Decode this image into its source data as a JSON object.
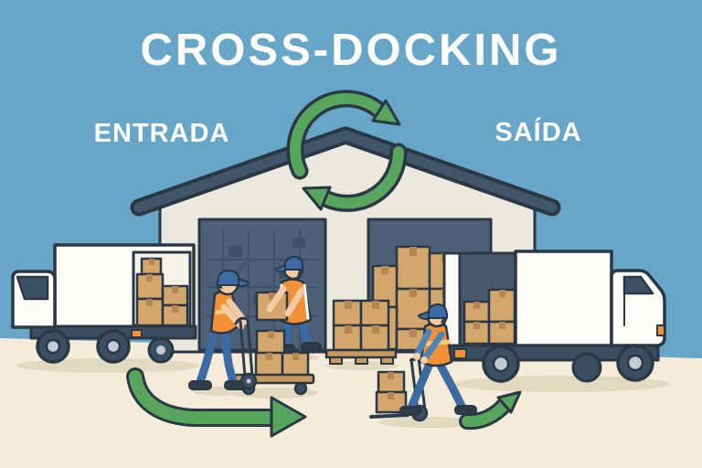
{
  "title": "CROSS-DOCKING",
  "labels": {
    "entrada": "ENTRADA",
    "saida": "SAÍDA"
  },
  "scene": {
    "icons": [
      "cross-dock-cycle-icon",
      "inbound-flow-arrow-icon",
      "outbound-flow-arrow-icon"
    ],
    "elements": [
      "warehouse",
      "inbound-truck",
      "outbound-truck",
      "worker-with-hand-truck",
      "worker-loading-cart",
      "worker-pushing-hand-truck",
      "pallet-of-boxes",
      "platform-cart"
    ]
  },
  "colors": {
    "sky": "#68a6c8",
    "ground": "#f4ecd8",
    "shadow": "#e3d8c0",
    "outline": "#2a3744",
    "wall": "#ece8de",
    "roof": "#415668",
    "door": "#4d6077",
    "rack": "#3e5166",
    "box": "#d2a66c",
    "boxdark": "#b3874f",
    "wood": "#c79a5d",
    "green": "#58a55e",
    "white": "#fdfcf7",
    "interior": "#475a6e",
    "openint": "#f6f2e8",
    "glass": "#3d5165",
    "wheel": "#3b4e62",
    "hub": "#c3ccd3",
    "orange": "#f09138",
    "stripe": "#f8c977",
    "skin": "#f3cba5",
    "denim": "#3c6ba3",
    "cap": "#3b6ba4",
    "sleeve": "#4f83b8",
    "shoe": "#2e3b49",
    "hair": "#2f3d4a",
    "text": "#fdfdf9"
  }
}
